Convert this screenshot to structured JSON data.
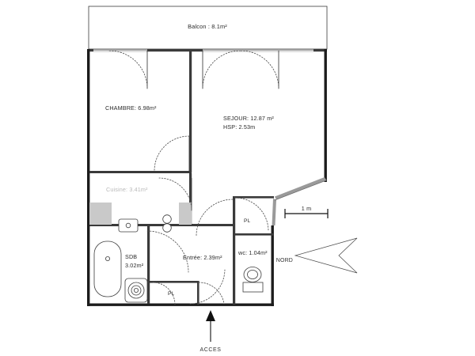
{
  "document": {
    "type": "floor-plan",
    "language": "fr",
    "title": "Plan d'appartement"
  },
  "rooms": [
    {
      "key": "balcon",
      "label": "Balcon : 8.1m²",
      "name": "Balcon",
      "area": "8.1",
      "unit": "m²"
    },
    {
      "key": "chambre",
      "label": "CHAMBRE: 6.98m²",
      "name": "CHAMBRE",
      "area": "6.98",
      "unit": "m²"
    },
    {
      "key": "sejour",
      "label": "SEJOUR: 12.87 m²",
      "name": "SEJOUR",
      "area": "12.87",
      "unit": "m²"
    },
    {
      "key": "cuisine",
      "label": "Cuisine: 3.41m²",
      "name": "Cuisine",
      "area": "3.41",
      "unit": "m²"
    },
    {
      "key": "sdb",
      "label": "SDB",
      "name": "SDB",
      "area": "3.02",
      "unit": "m²"
    },
    {
      "key": "entree",
      "label": "Entrée: 2.39m²",
      "name": "Entrée",
      "area": "2.39",
      "unit": "m²"
    },
    {
      "key": "wc",
      "label": "wc: 1.04m²",
      "name": "wc",
      "area": "1.04",
      "unit": "m²"
    }
  ],
  "sdb_area_label": "3.02m²",
  "sejour_height": {
    "label": "HSP: 2.53m",
    "key": "HSP",
    "value": "2.53m"
  },
  "closets": [
    {
      "key": "pl_right",
      "label": "PL"
    },
    {
      "key": "pl_bottom",
      "label": "PL"
    }
  ],
  "annotations": {
    "north_label": "NORD",
    "access_label": "ACCES",
    "scale_label": "1 m"
  },
  "colors": {
    "wall": "#1c1c1c",
    "wall_light": "#9a9a9a",
    "background": "#ffffff",
    "text": "#2b2b2b",
    "faint_text": "#b9b9b9"
  }
}
